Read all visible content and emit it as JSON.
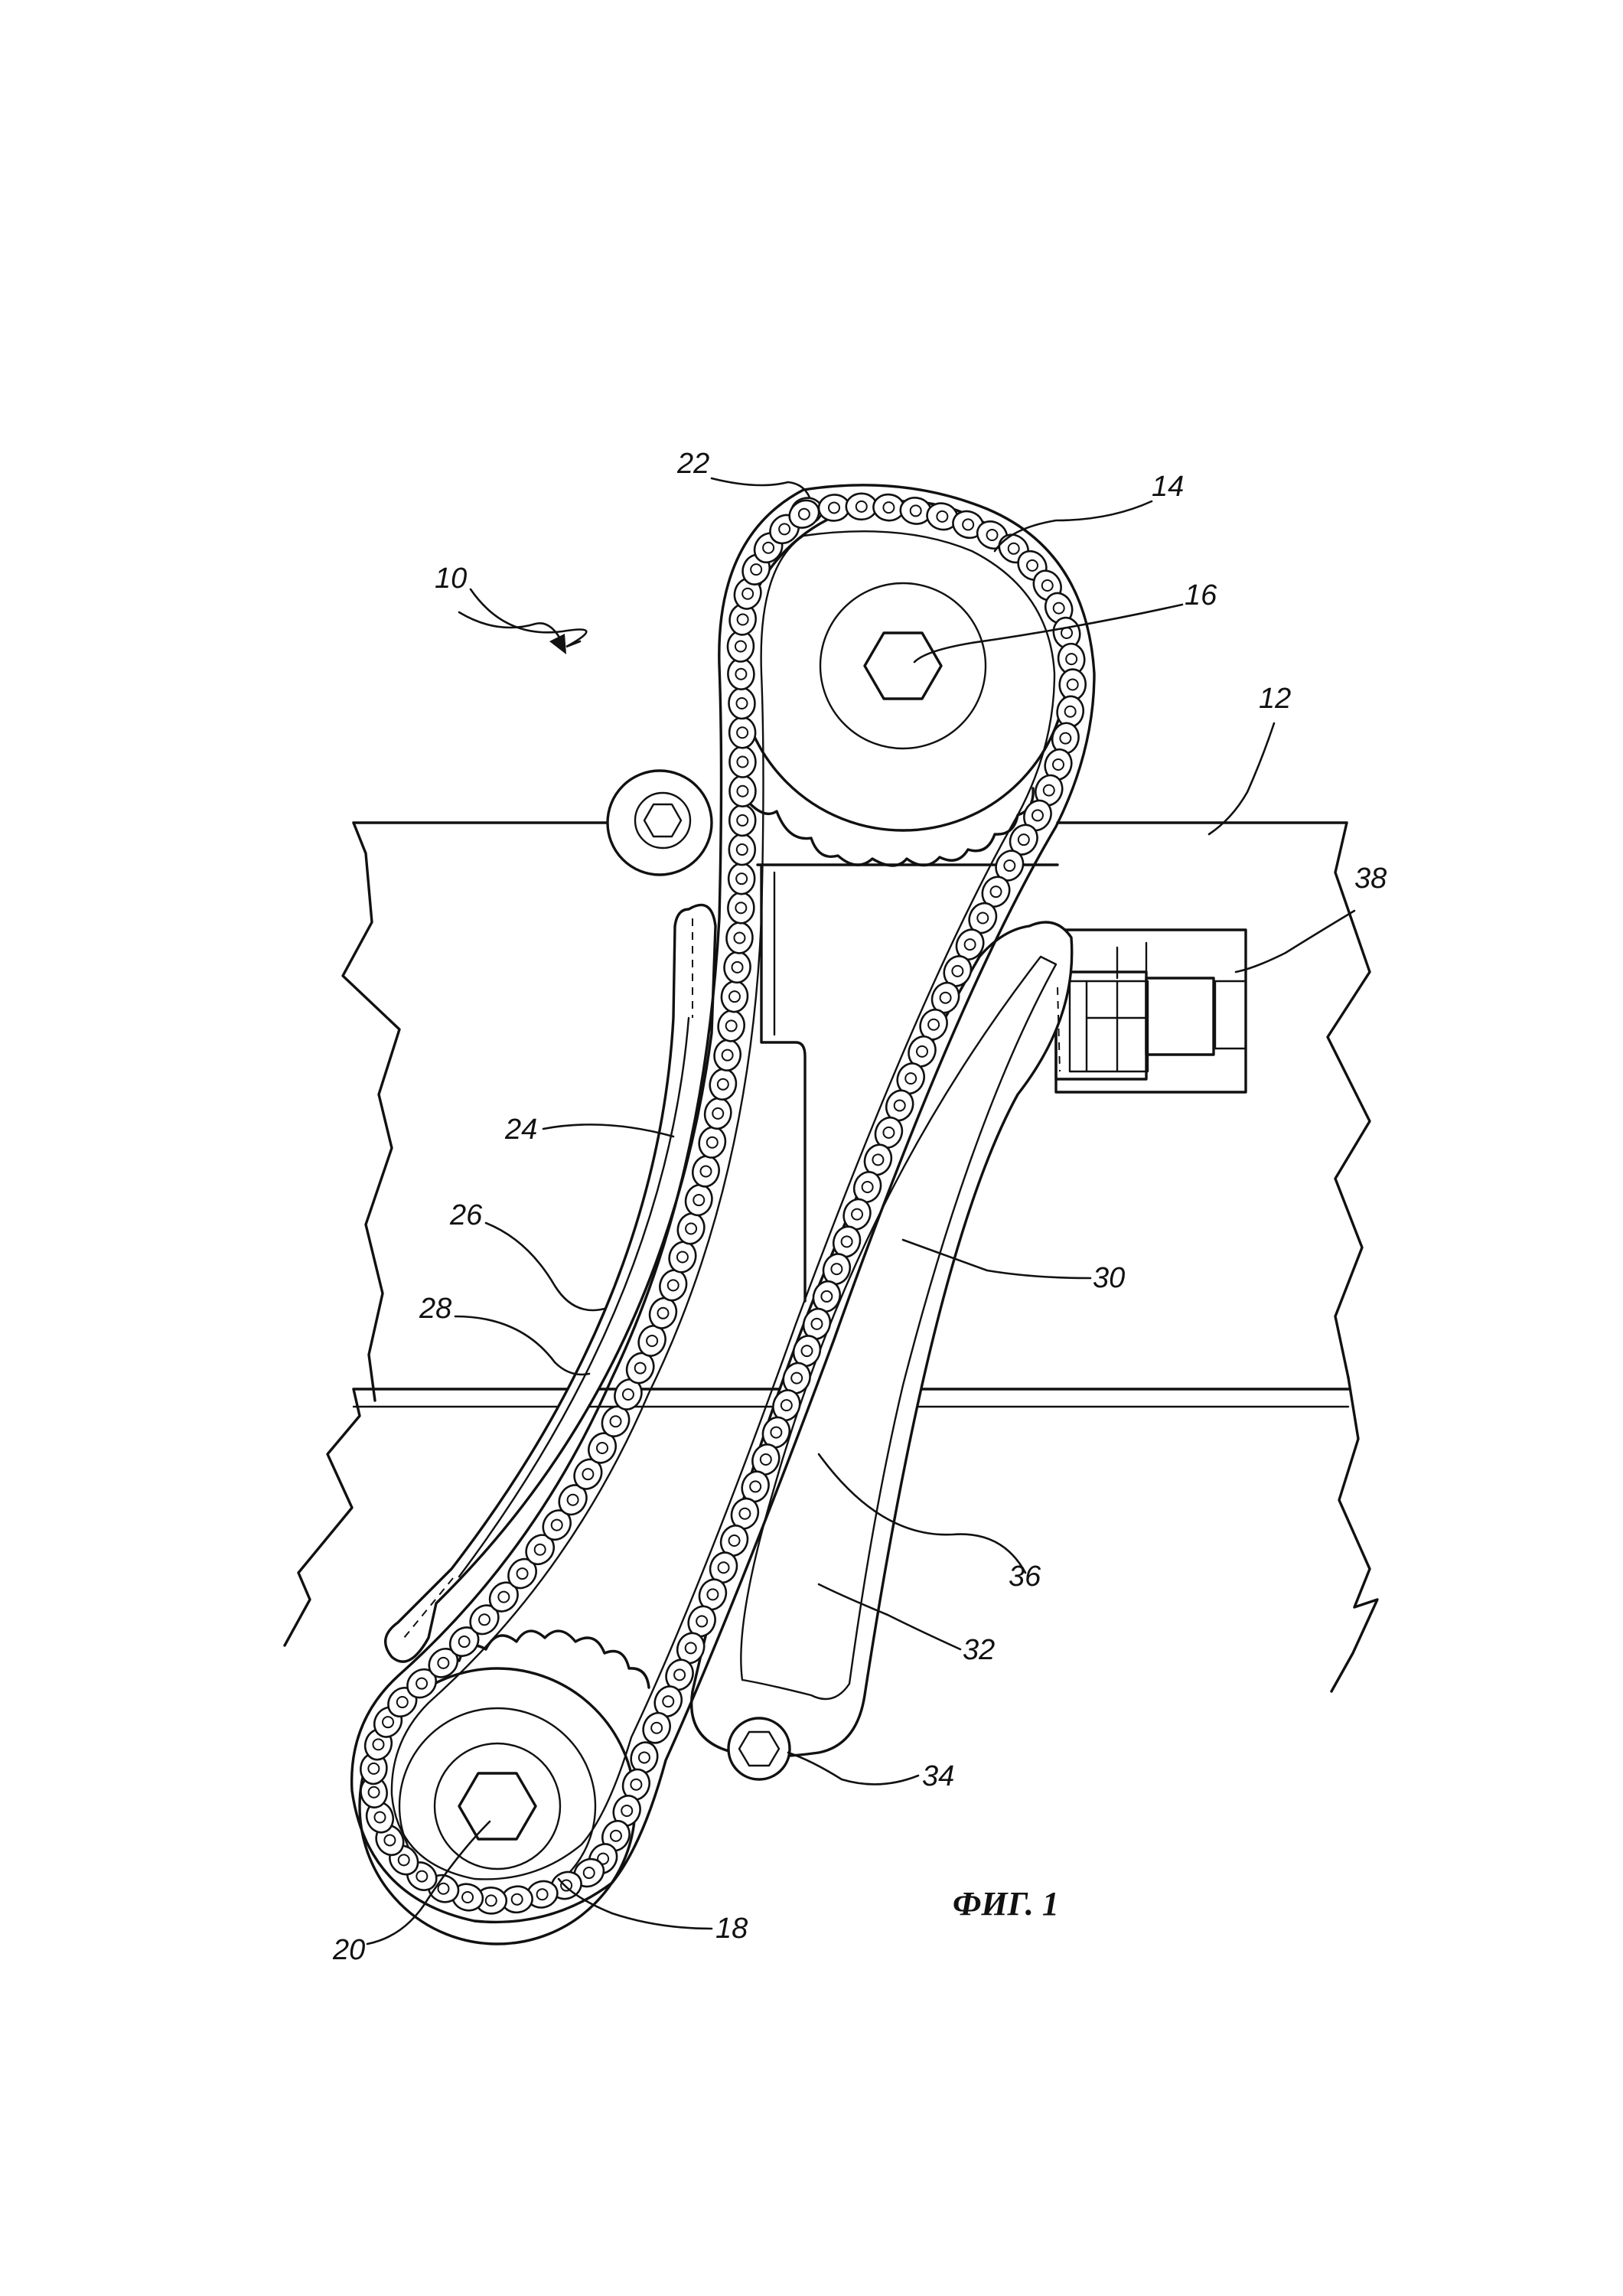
{
  "figure": {
    "caption": "ФИГ. 1"
  },
  "reference_numerals": [
    {
      "id": "assembly",
      "text": "10"
    },
    {
      "id": "engine-block",
      "text": "12"
    },
    {
      "id": "upper-sprocket",
      "text": "14"
    },
    {
      "id": "upper-hub",
      "text": "16"
    },
    {
      "id": "lower-sprocket",
      "text": "18"
    },
    {
      "id": "lower-hub",
      "text": "20"
    },
    {
      "id": "chain",
      "text": "22"
    },
    {
      "id": "guide",
      "text": "24"
    },
    {
      "id": "guide-face",
      "text": "26"
    },
    {
      "id": "guide-body",
      "text": "28"
    },
    {
      "id": "tensioner-arm",
      "text": "30"
    },
    {
      "id": "arm-body",
      "text": "32"
    },
    {
      "id": "pivot",
      "text": "34"
    },
    {
      "id": "arm-face",
      "text": "36"
    },
    {
      "id": "tensioner",
      "text": "38"
    }
  ]
}
